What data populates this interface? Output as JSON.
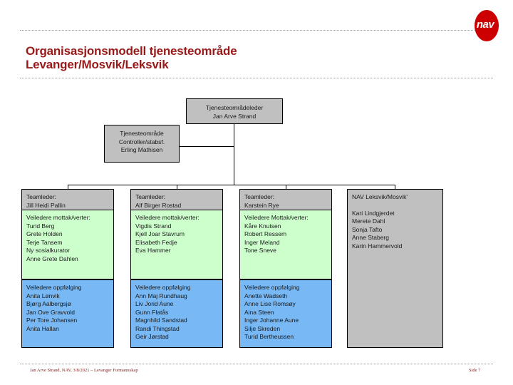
{
  "header": {
    "logo_text": "nav",
    "logo_color": "#cc0000",
    "title_line1": "Organisasjonsmodell tjenesteområde",
    "title_line2": "Levanger/Mosvik/Leksvik",
    "title_color": "#991919"
  },
  "chart_top": {
    "leader": {
      "role": "Tjenesteområdeleder",
      "name": "Jan Arve Strand"
    },
    "controller": {
      "role_line1": "Tjenesteområde",
      "role_line2": "Controller/stabsf.",
      "name": "Erling Mathisen"
    }
  },
  "columns": [
    {
      "head_role": "Teamleder:",
      "head_name": "Jill Heidi Pallin",
      "green_title": "Veiledere mottak/verter:",
      "green_names": [
        "Turid Berg",
        "Grete Holden",
        "Terje Tansem",
        "Ny sosialkurator",
        "Anne Grete Dahlen"
      ],
      "blue_title": "Veiledere oppfølging",
      "blue_names": [
        "Anita Lønvik",
        "Bjørg Aalbergsjø",
        "Jan Ove Gravvold",
        "Per Tore Johansen",
        "Anita Hallan"
      ]
    },
    {
      "head_role": "Teamleder:",
      "head_name": "Alf Birger Rostad",
      "green_title": "Veiledere mottak/verter:",
      "green_names": [
        "Vigdis Strand",
        "Kjell Joar Stavrum",
        "Elisabeth Fedje",
        "Eva Hammer"
      ],
      "blue_title": "Veiledere oppfølging",
      "blue_names": [
        "Ann Maj Rundhaug",
        "Liv Jorid Aune",
        "Gunn Flatås",
        "Magnhild Sandstad",
        "Randi Thingstad",
        "Geir Jørstad"
      ]
    },
    {
      "head_role": "Teamleder:",
      "head_name": "Karstein Rye",
      "green_title": "Veiledere Mottak/verter:",
      "green_names": [
        "Kåre Knutsen",
        "Robert Ressem",
        "Inger Meland",
        "Tone Sneve"
      ],
      "blue_title": "Veiledere oppfølging",
      "blue_names": [
        "Anette Wadseth",
        "Anne Lise Romsøy",
        "Aina Steen",
        "Inger Johanne Aune",
        "Silje Skreden",
        "Turid Bertheussen"
      ]
    }
  ],
  "column4": {
    "title": "NAV Leksvik/Mosvik'",
    "names": [
      "Kari Lindgjerdet",
      "Merete Dahl",
      "Sonja Tafto",
      "Anne Staberg",
      "Karin Hammervold"
    ]
  },
  "footer": {
    "text": "Jan Arve Strand, NAV, 3/8/2021 – Levanger Formannskap",
    "page": "Side 7"
  },
  "colors": {
    "box_gray": "#c0c0c0",
    "box_green": "#ccffcc",
    "box_blue": "#77b8f5"
  }
}
